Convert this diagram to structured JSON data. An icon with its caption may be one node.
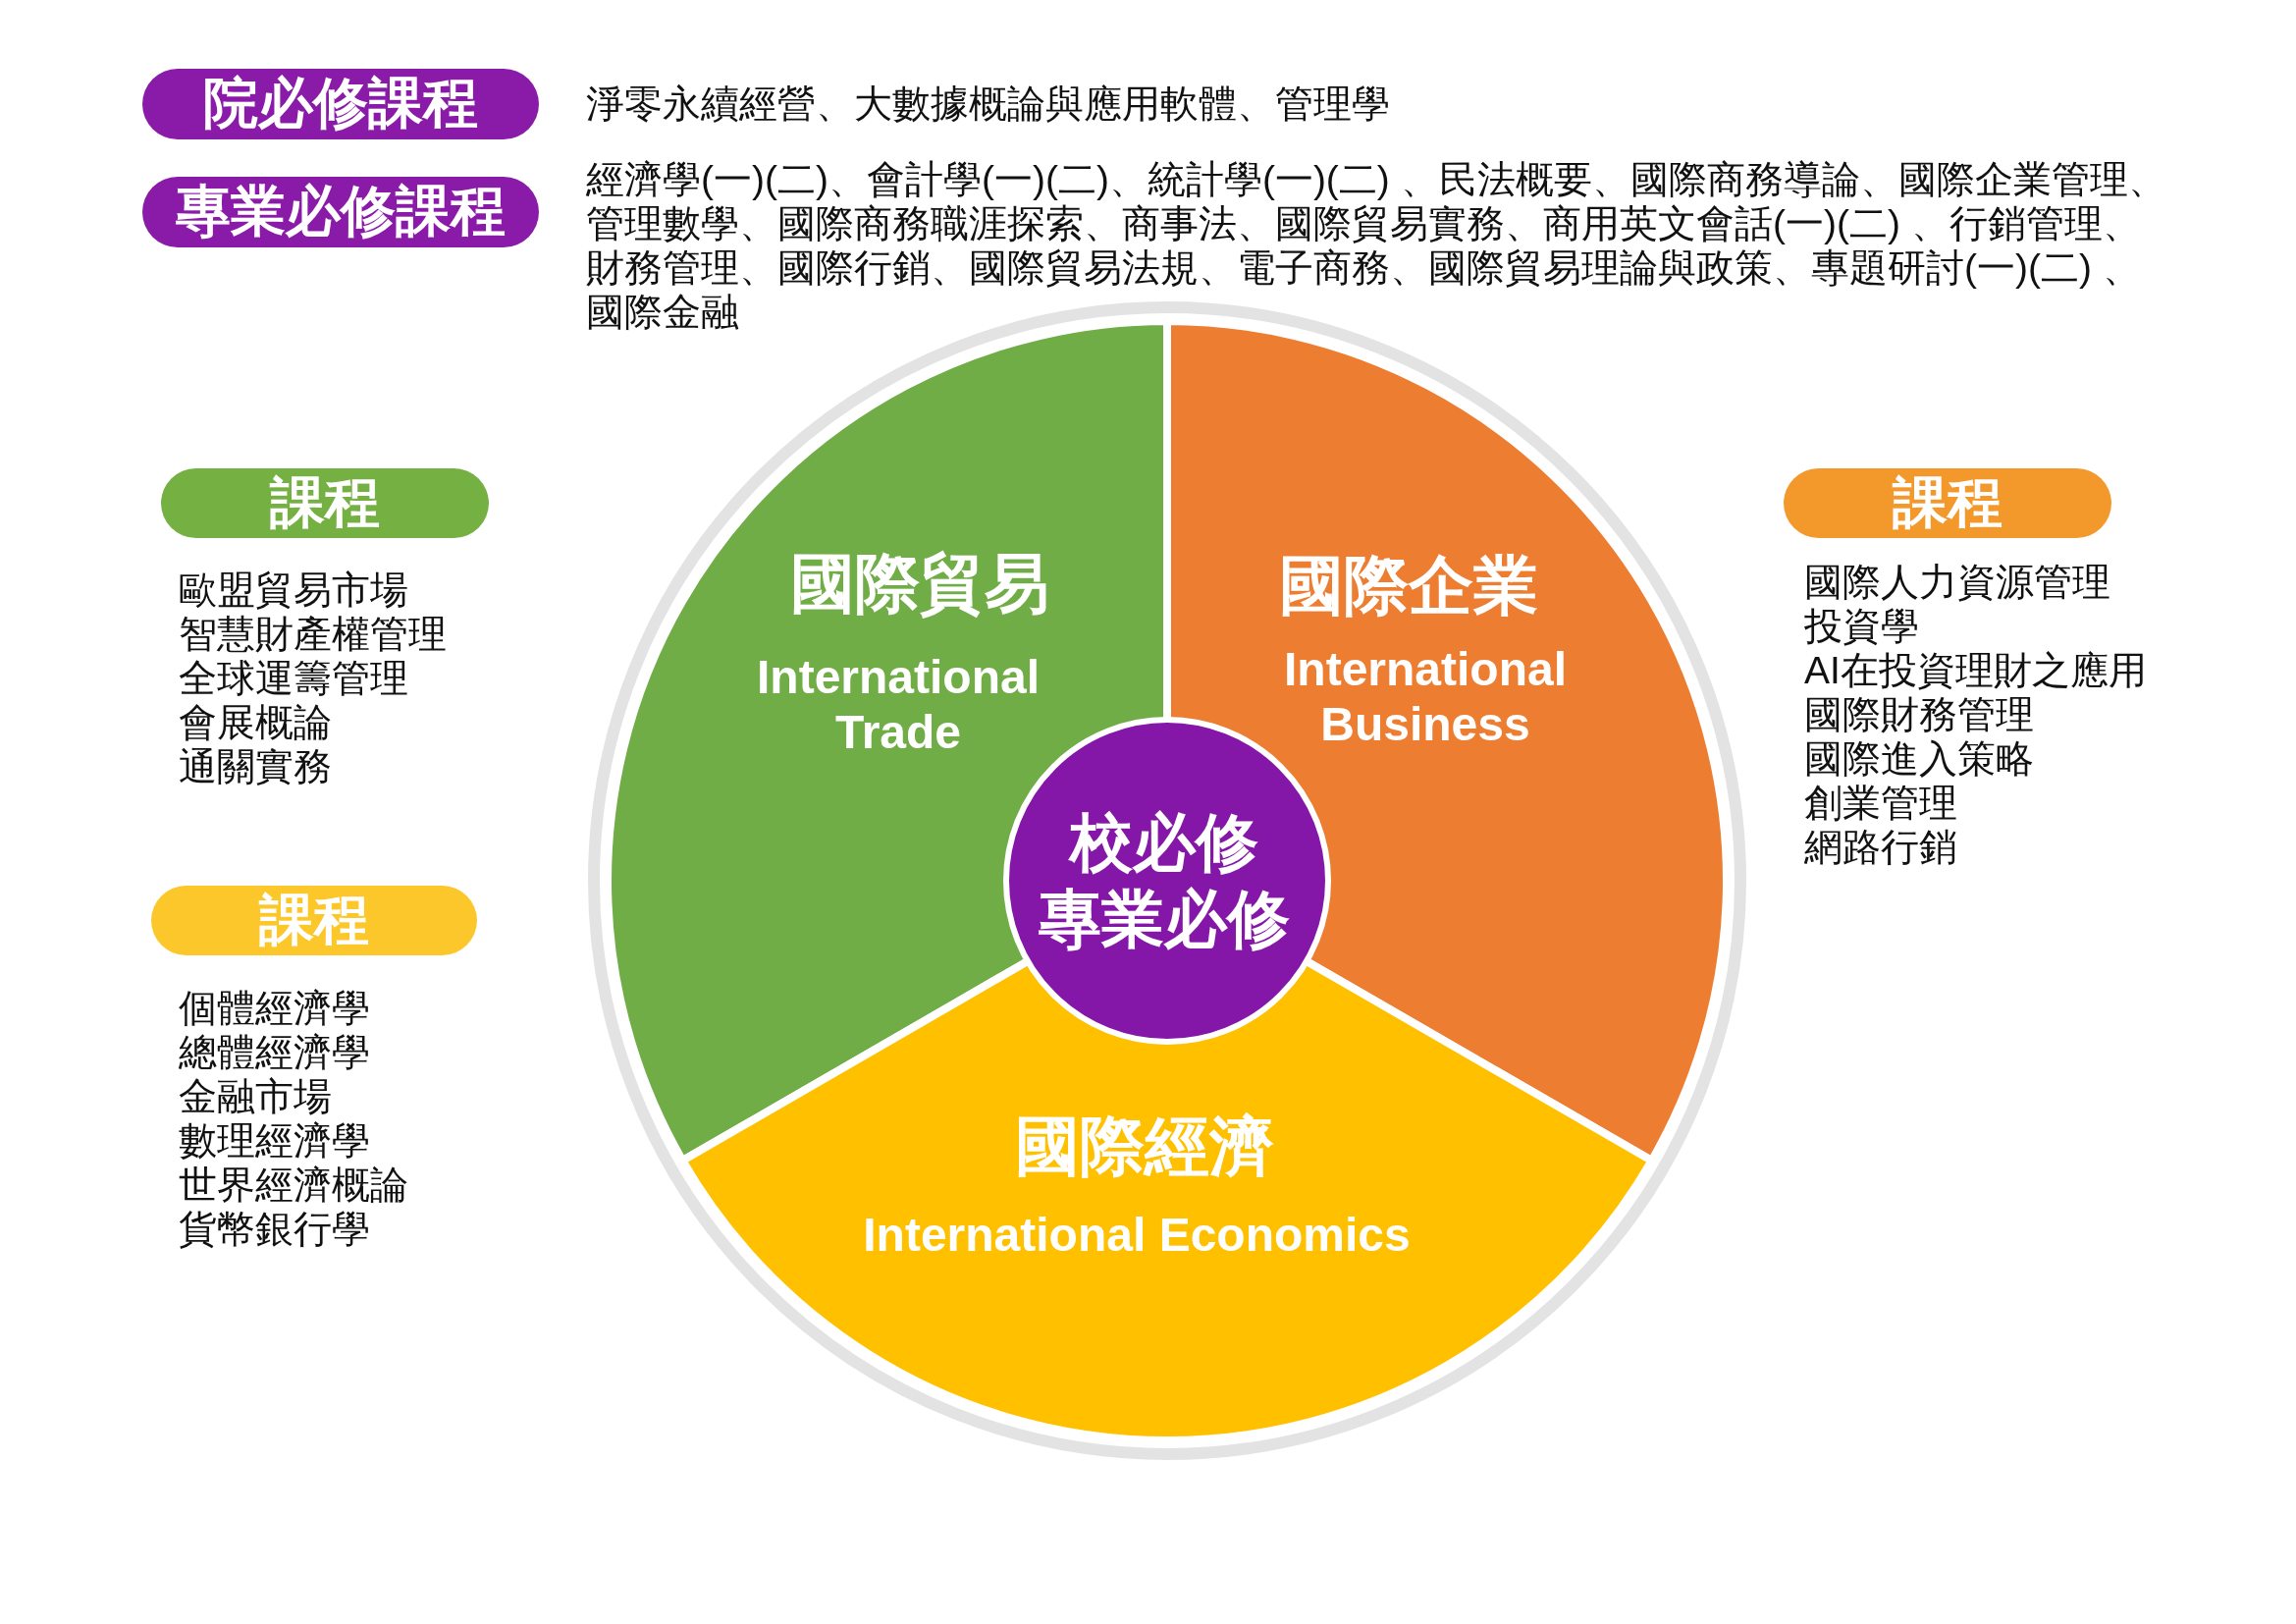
{
  "diagram": {
    "nodes": [
      {
        "text": [
          "院必修課程"
        ],
        "beside": [
          "淨零永續經營、大數據概論與應用軟體、管理學"
        ]
      },
      {
        "text": [
          "專業必修課程"
        ]
      },
      {
        "text": [
          "課程"
        ],
        "beside": [
          "歐盟貿易市場",
          "智慧財產權管理",
          "全球運籌管理",
          "會展概論",
          "通關實務"
        ]
      },
      {
        "text": [
          "課程"
        ],
        "beside": [
          "個體經濟學",
          "總體經濟學",
          "金融市場",
          "數理經濟學",
          "世界經濟概論",
          "貨幣銀行學"
        ]
      },
      {
        "text": [
          "課程"
        ],
        "beside": [
          "國際人力資源管理",
          "投資學",
          "AI在投資理財之應用",
          "國際財務管理",
          "國際進入策略",
          "創業管理",
          "網路行銷"
        ]
      },
      {
        "text": [
          "國際貿易",
          "International Trade"
        ]
      },
      {
        "text": [
          "國際企業",
          "International Business"
        ]
      },
      {
        "text": [
          "國際經濟",
          "International Economics"
        ]
      },
      {
        "text": [
          "校必修專業必修"
        ]
      }
    ],
    "labels": [
      "經濟學(一)(二)、會計學(一)(二)、統計學(一)(二) 、民法概要、國際商務導論、國際企業管理、管理數學、國際商務職涯探索、商事法、國際貿易實務、商用英文會話(一)(二) 、行銷管理、財務管理、國際行銷、國際貿易法規、電子商務、國際貿易理論與政策、專題研討(一)(二) 、國際金融"
    ],
    "edges": []
  }
}
